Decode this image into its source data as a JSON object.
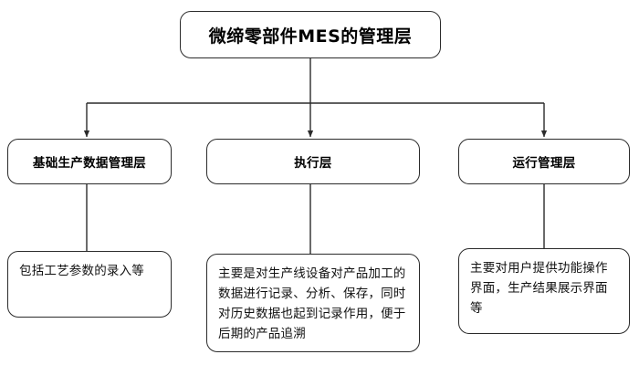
{
  "diagram": {
    "type": "org-chart",
    "background_color": "#ffffff",
    "line_color": "#2b2b2b",
    "text_color": "#000000",
    "root": {
      "id": "root",
      "label": "微缔零部件MES的管理层"
    },
    "layers": [
      {
        "id": "base",
        "label": "基础生产数据管理层",
        "description": "包括工艺参数的录入等"
      },
      {
        "id": "exec",
        "label": "执行层",
        "description": "主要是对生产线设备对产品加工的数据进行记录、分析、保存，同时对历史数据也起到记录作用，便于后期的产品追溯"
      },
      {
        "id": "ops",
        "label": "运行管理层",
        "description": "主要对用户提供功能操作界面，生产结果展示界面等"
      }
    ]
  }
}
